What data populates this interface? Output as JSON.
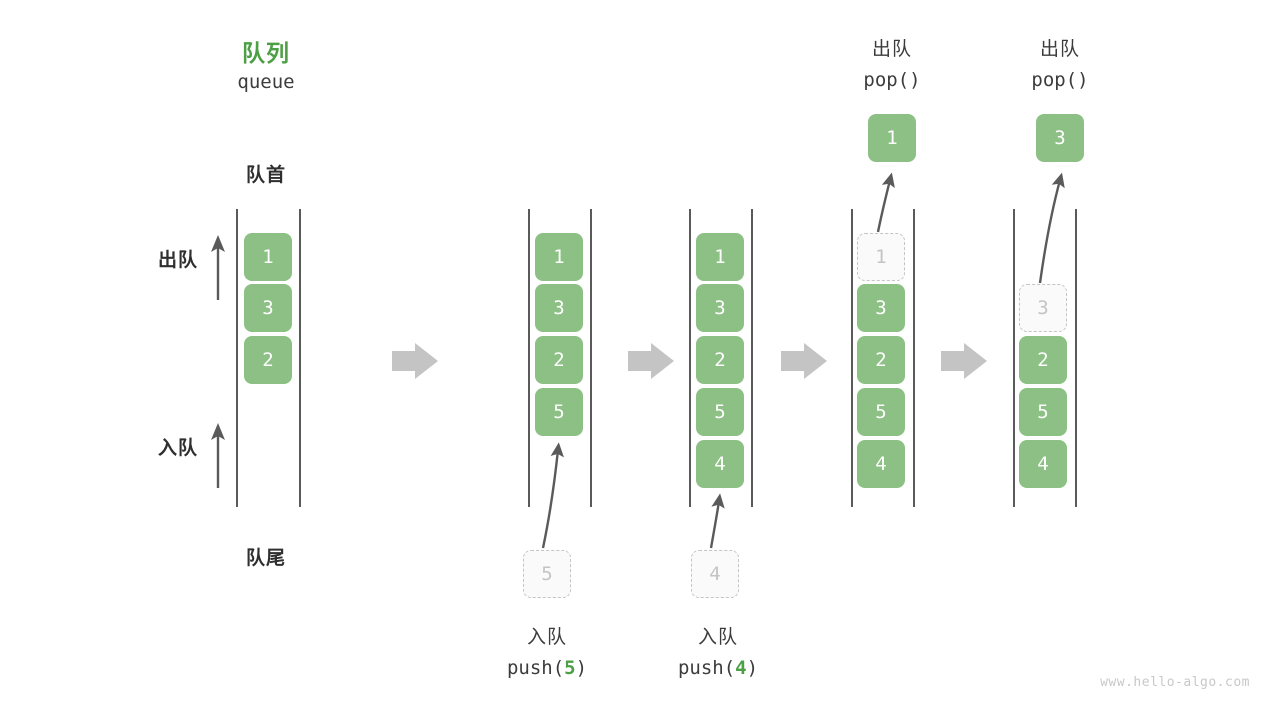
{
  "diagram": {
    "title_cn": "队列",
    "title_en": "queue",
    "front_label": "队首",
    "rear_label": "队尾",
    "dequeue_side_label": "出队",
    "enqueue_side_label": "入队",
    "watermark": "www.hello-algo.com",
    "colors": {
      "cell_fill": "#8cc084",
      "cell_text": "#ffffff",
      "title_green": "#4d9f45",
      "ghost_fill": "#fafafa",
      "ghost_border": "#c4c4c4",
      "ghost_text": "#c4c4c4",
      "rail": "#5a5a5a",
      "step_arrow": "#c4c4c4",
      "motion_arrow": "#5a5a5a",
      "watermark": "#c8c8c8"
    }
  },
  "steps": [
    {
      "id": "initial",
      "op_cn": "",
      "op_code": "",
      "cells": [
        "1",
        "3",
        "2"
      ],
      "ghost_index": -1,
      "popped_value": ""
    },
    {
      "id": "push-5",
      "op_cn": "入队",
      "op_code_prefix": "push(",
      "op_code_arg": "5",
      "op_code_suffix": ")",
      "incoming_value": "5",
      "cells": [
        "1",
        "3",
        "2",
        "5"
      ],
      "ghost_index": -1,
      "popped_value": ""
    },
    {
      "id": "push-4",
      "op_cn": "入队",
      "op_code_prefix": "push(",
      "op_code_arg": "4",
      "op_code_suffix": ")",
      "incoming_value": "4",
      "cells": [
        "1",
        "3",
        "2",
        "5",
        "4"
      ],
      "ghost_index": -1,
      "popped_value": ""
    },
    {
      "id": "pop-1",
      "op_cn": "出队",
      "op_code_prefix": "pop(",
      "op_code_arg": "",
      "op_code_suffix": ")",
      "cells": [
        "1",
        "3",
        "2",
        "5",
        "4"
      ],
      "ghost_index": 0,
      "popped_value": "1"
    },
    {
      "id": "pop-3",
      "op_cn": "出队",
      "op_code_prefix": "pop(",
      "op_code_arg": "",
      "op_code_suffix": ")",
      "cells": [
        "3",
        "2",
        "5",
        "4"
      ],
      "ghost_index": 0,
      "popped_value": "3"
    }
  ]
}
